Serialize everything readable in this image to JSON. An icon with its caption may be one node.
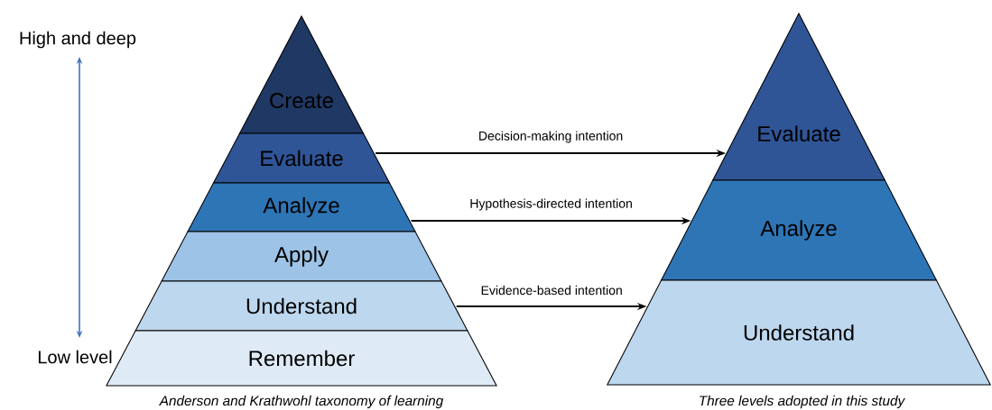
{
  "diagram": {
    "nodes": [
      {
        "text": [
          "Create"
        ]
      },
      {
        "text": [
          "Evaluate"
        ]
      },
      {
        "text": [
          "Analyze"
        ]
      },
      {
        "text": [
          "Apply"
        ]
      },
      {
        "text": [
          "Understand"
        ]
      },
      {
        "text": [
          "Remember"
        ]
      },
      {
        "text": [
          "Evaluate"
        ]
      },
      {
        "text": [
          "Analyze"
        ]
      },
      {
        "text": [
          "Understand"
        ]
      }
    ],
    "edges": [
      {
        "from": 1,
        "to": 6,
        "arrow": "to",
        "label": "Decision-making intention"
      },
      {
        "from": 2,
        "to": 7,
        "arrow": "to",
        "label": "Hypothesis-directed intention"
      },
      {
        "from": 4,
        "to": 8,
        "arrow": "to",
        "label": "Evidence-based intention"
      }
    ],
    "labels": [
      "High and deep",
      "Low level",
      "Anderson and Krathwohl taxonomy of learning",
      "Three levels adopted in this study"
    ]
  }
}
